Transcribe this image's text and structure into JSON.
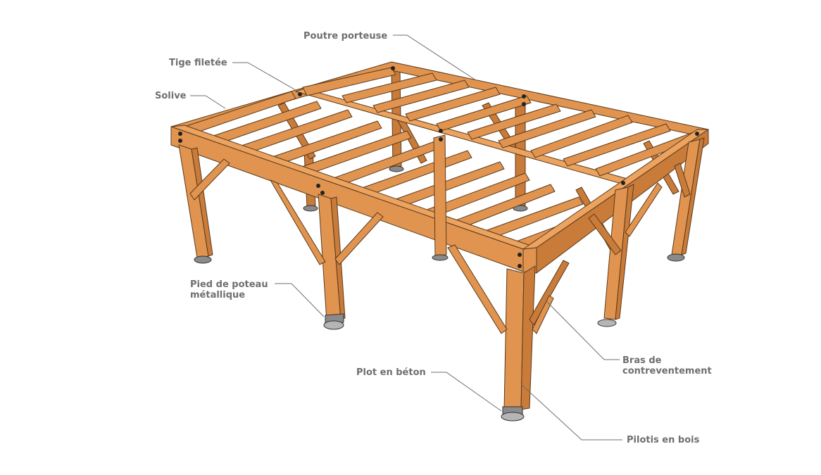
{
  "diagram": {
    "labels": {
      "poutre_porteuse": "Poutre porteuse",
      "tige_filetee": "Tige filetée",
      "solive": "Solive",
      "pied_poteau_line1": "Pied de poteau",
      "pied_poteau_line2": "métallique",
      "plot_beton": "Plot en béton",
      "bras_line1": "Bras de",
      "bras_line2": "contreventement",
      "pilotis": "Pilotis en bois"
    },
    "colors": {
      "wood": "#e0944f",
      "wood_shadow": "#c97b3a",
      "concrete": "#8a8a8a",
      "label_text": "#6f6f6f"
    }
  }
}
